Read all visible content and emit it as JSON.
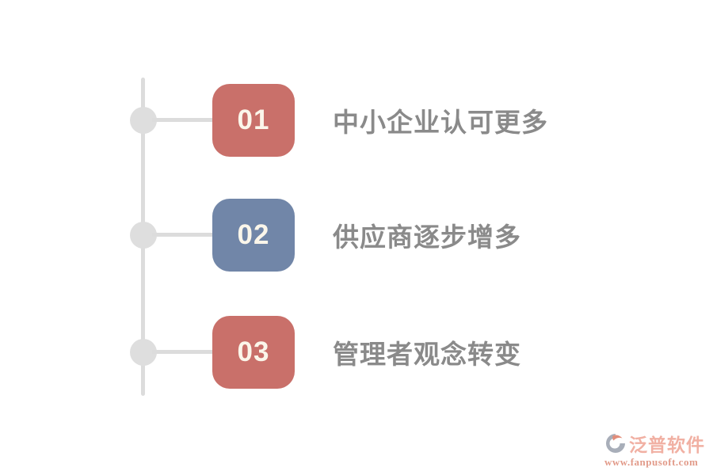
{
  "diagram": {
    "rows": [
      {
        "number": "01",
        "label": "中小企业认可更多",
        "badge_color": "#c9706a"
      },
      {
        "number": "02",
        "label": "供应商逐步增多",
        "badge_color": "#7186a8"
      },
      {
        "number": "03",
        "label": "管理者观念转变",
        "badge_color": "#c9706a"
      }
    ]
  },
  "watermark": {
    "brand": "泛普软件",
    "url": "www.fanpusoft.com"
  },
  "colors": {
    "timeline_line": "#dcdcdc",
    "timeline_node": "#dedede",
    "heading_text": "#8a8a8a",
    "badge_number_text": "#fbf6ea",
    "badge_salmon": "#c9706a",
    "badge_slate_blue": "#7186a8",
    "watermark_brand": "#efa393",
    "watermark_url": "#dd8a76"
  }
}
